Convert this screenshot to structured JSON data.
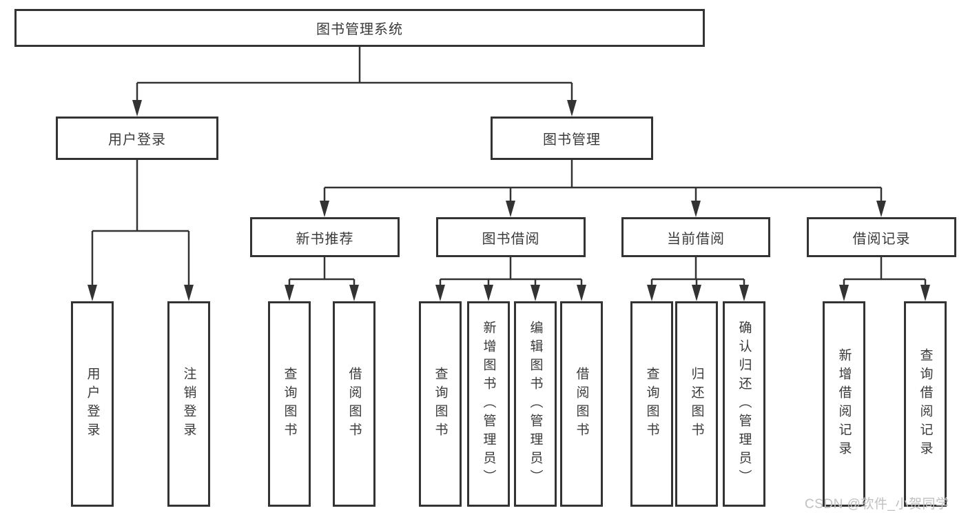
{
  "diagram": {
    "root": {
      "label": "图书管理系统",
      "children": [
        {
          "label": "用户登录",
          "children": [
            {
              "label": "用户登录"
            },
            {
              "label": "注销登录"
            }
          ]
        },
        {
          "label": "图书管理",
          "children": [
            {
              "label": "新书推荐",
              "children": [
                {
                  "label": "查询图书"
                },
                {
                  "label": "借阅图书"
                }
              ]
            },
            {
              "label": "图书借阅",
              "children": [
                {
                  "label": "查询图书"
                },
                {
                  "label": "新增图书（管理员）"
                },
                {
                  "label": "编辑图书（管理员）"
                },
                {
                  "label": "借阅图书"
                }
              ]
            },
            {
              "label": "当前借阅",
              "children": [
                {
                  "label": "查询图书"
                },
                {
                  "label": "归还图书"
                },
                {
                  "label": "确认归还（管理员）"
                }
              ]
            },
            {
              "label": "借阅记录",
              "children": [
                {
                  "label": "新增借阅记录"
                },
                {
                  "label": "查询借阅记录"
                }
              ]
            }
          ]
        }
      ]
    }
  },
  "colors": {
    "line": "#333333",
    "text": "#3a3a3a",
    "watermark": "#c2c0c0"
  },
  "watermark": {
    "text": "CSDN @软件_小贺同学"
  }
}
